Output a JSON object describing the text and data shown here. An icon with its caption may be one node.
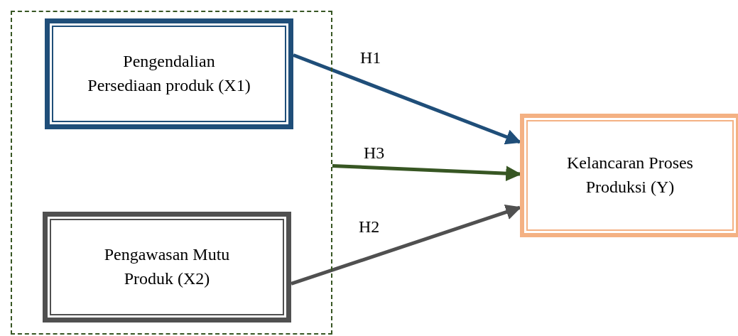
{
  "diagram": {
    "nodes": [
      {
        "text": [],
        "shape": "box"
      },
      {
        "text": [
          "Pengendalian Persediaan produk (X1)"
        ],
        "in": 0
      },
      {
        "text": [
          "Pengawasan Mutu Produk (X2)"
        ],
        "in": 0
      },
      {
        "text": [
          "Kelancaran Proses Produksi (Y)"
        ]
      }
    ],
    "edges": [
      {
        "from": 1,
        "to": 3,
        "arrow": "to",
        "label": "H1",
        "color": "#1f4e79"
      },
      {
        "from": 0,
        "to": 3,
        "arrow": "to",
        "label": "H3",
        "color": "#375623"
      },
      {
        "from": 2,
        "to": 3,
        "arrow": "to",
        "label": "H2",
        "color": "#505050"
      }
    ]
  }
}
